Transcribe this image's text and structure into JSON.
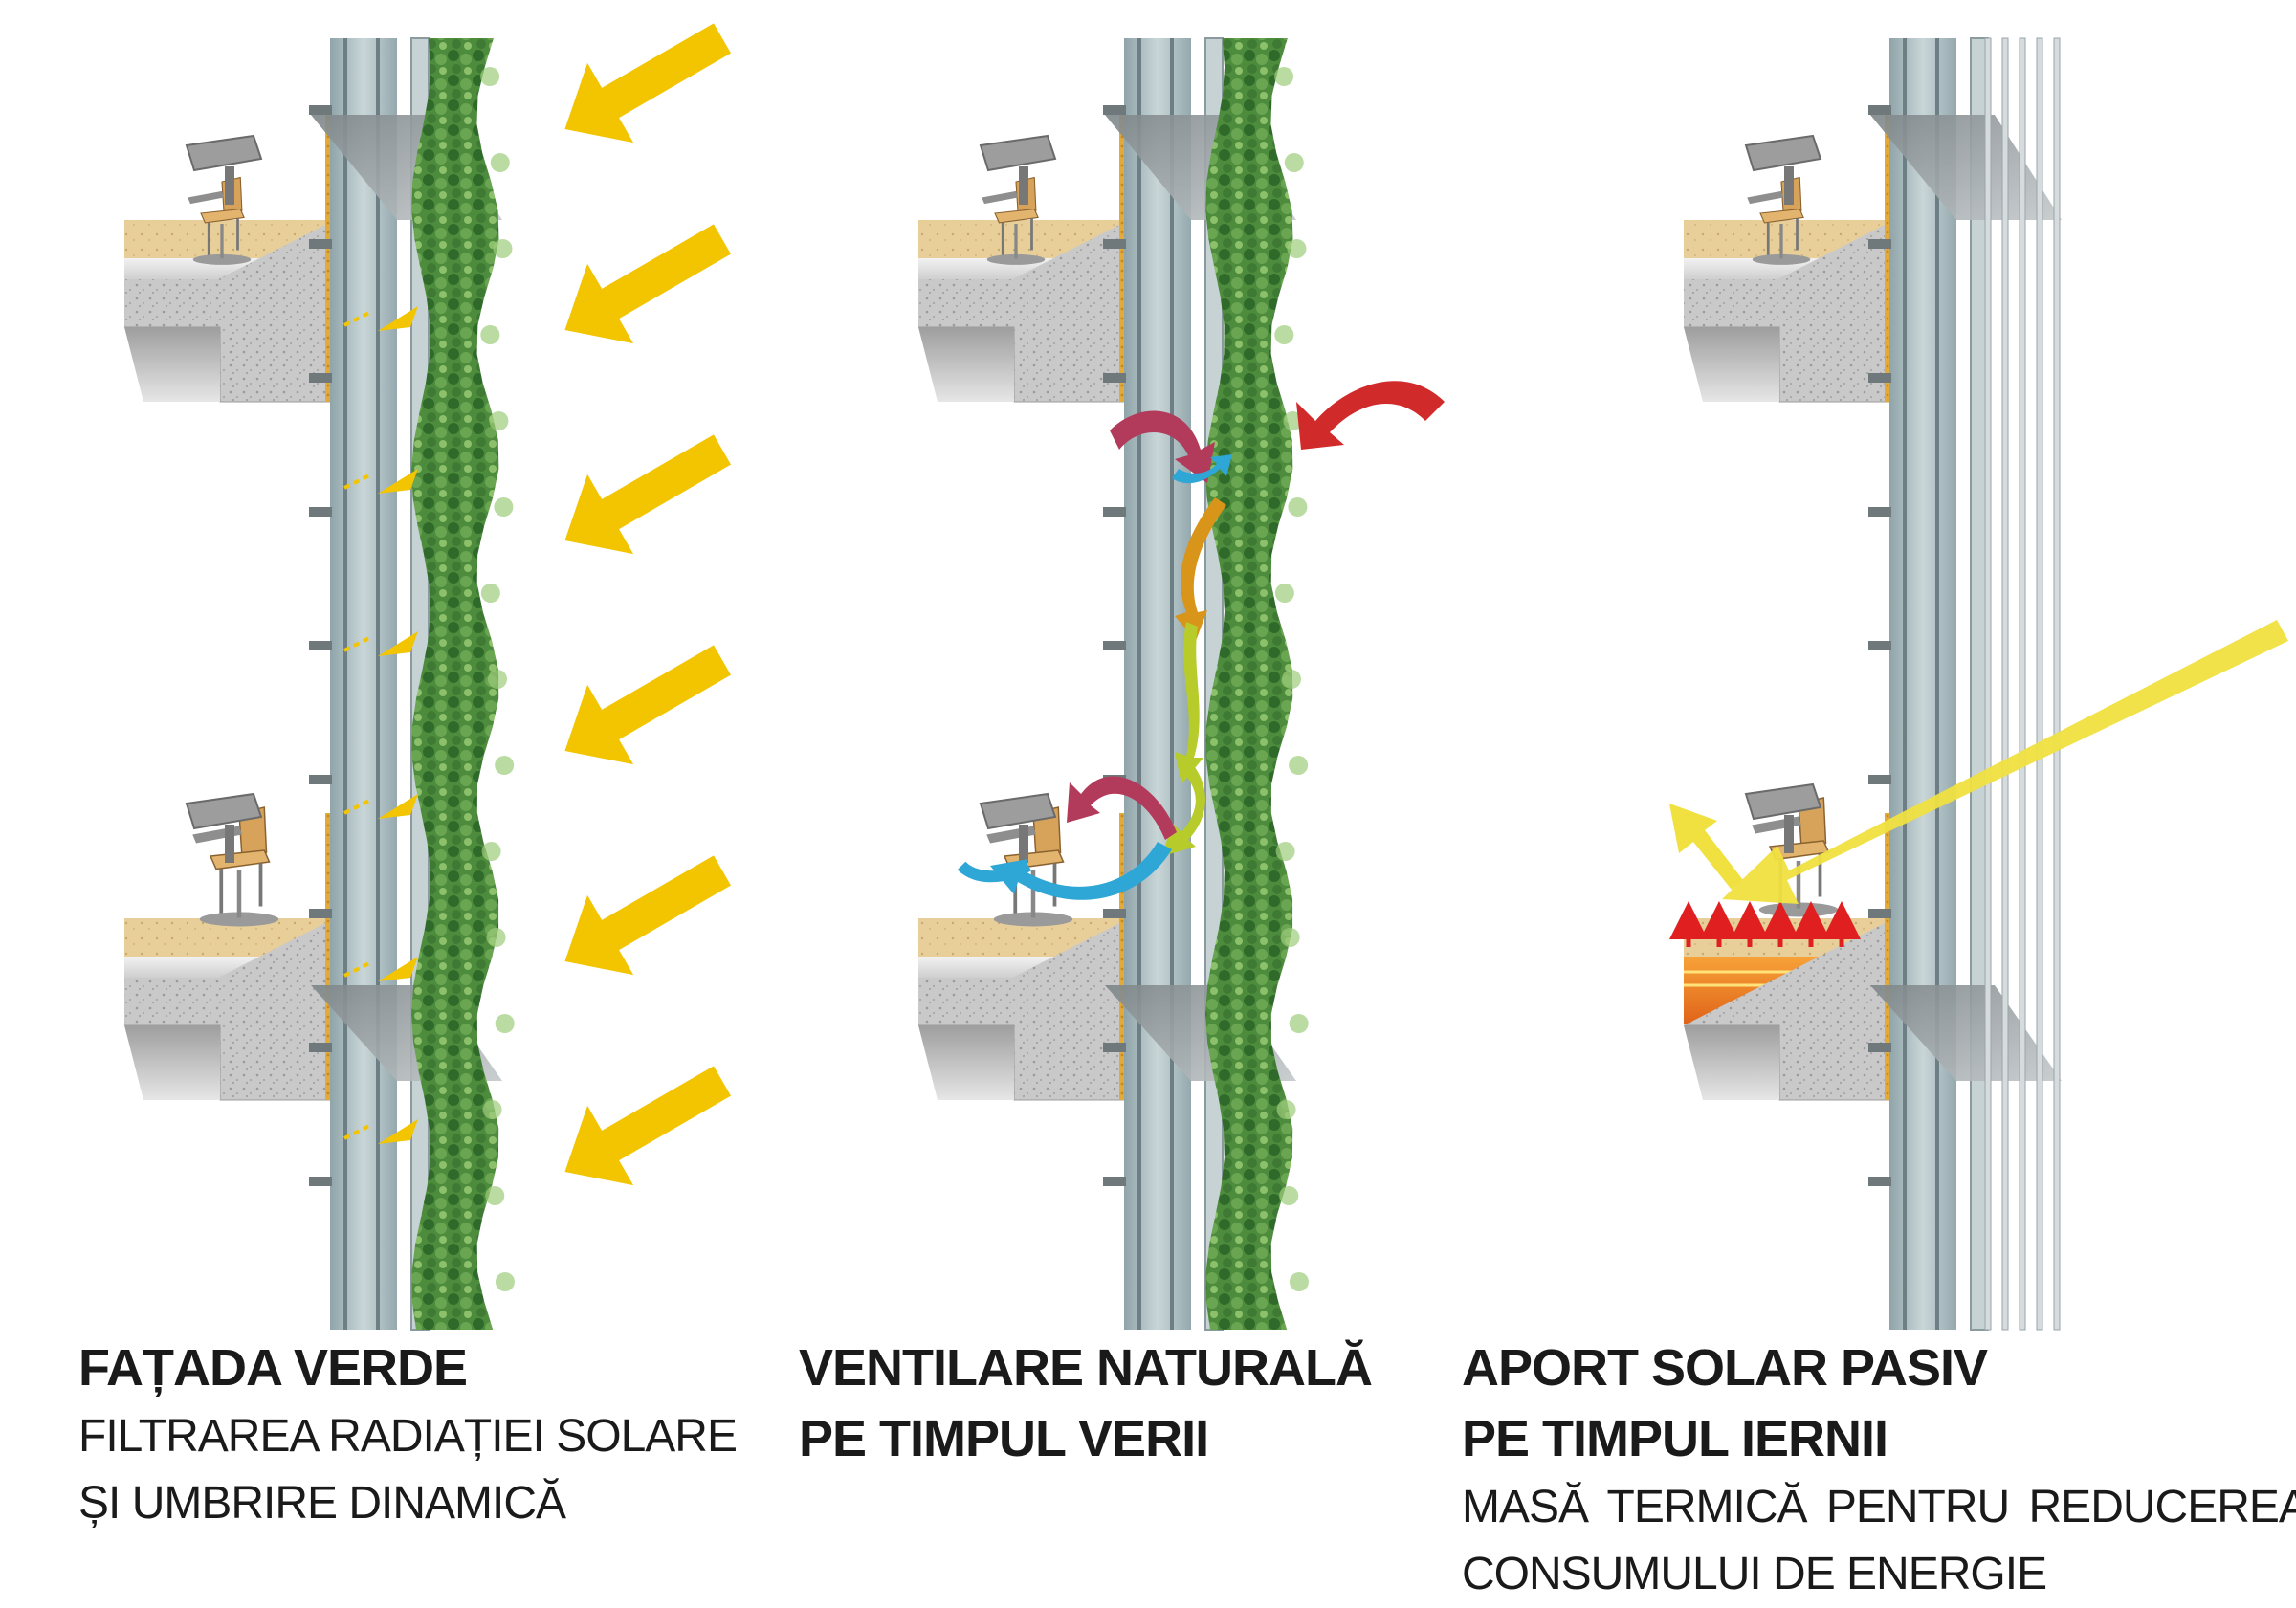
{
  "panels": [
    {
      "title_lines": [
        "FAȚADA VERDE"
      ],
      "subtitle_lines": [
        "FILTRAREA RADIAȚIEI SOLARE",
        "ȘI UMBRIRE DINAMICĂ"
      ]
    },
    {
      "title_lines": [
        "VENTILARE NATURALĂ",
        "PE TIMPUL VERII"
      ],
      "subtitle_lines": []
    },
    {
      "title_lines": [
        "APORT SOLAR PASIV",
        "PE TIMPUL IERNII"
      ],
      "subtitle_lines": [
        "MASĂ TERMICĂ PENTRU REDUCEREA",
        "CONSUMULUI DE ENERGIE"
      ]
    }
  ],
  "colors": {
    "sun_arrow": "#f2c500",
    "winter_sun": "#f0e040",
    "ivy": "#4c8a3c",
    "glass": "#a9bcc0",
    "concrete": "#c8c8c8",
    "insulation": "#e0a832",
    "heat_arrow": "#e02020",
    "thermal_mass": "#f08020",
    "cold_air": "#d02a2a",
    "cool_air": "#2ea6d6",
    "warm_air": "#d9941a",
    "fresh_air": "#b7cc2a",
    "exhaust_air": "#b23a5a"
  },
  "icons": [
    "sun-ray-arrow",
    "airflow-arrow",
    "heat-arrow",
    "chair-icon",
    "desk-lamp-icon"
  ]
}
